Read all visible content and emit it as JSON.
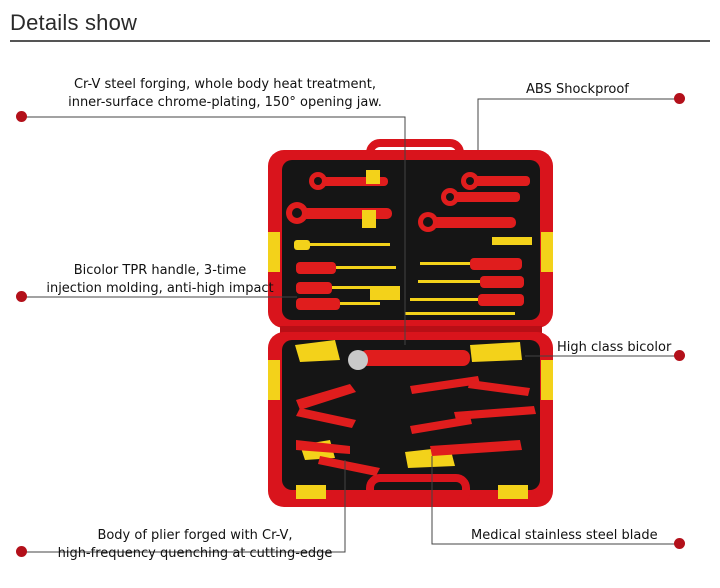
{
  "header": {
    "title": "Details show"
  },
  "callouts": {
    "forging": {
      "line1": "Cr-V steel forging, whole body heat treatment,",
      "line2": "inner-surface chrome-plating,  150° opening jaw."
    },
    "abs": {
      "text": "ABS Shockproof"
    },
    "handle": {
      "line1": "Bicolor TPR handle, 3-time",
      "line2": "injection molding, anti-high impact"
    },
    "bicolor": {
      "text": "High class bicolor"
    },
    "plier": {
      "line1": "Body of plier forged with Cr-V,",
      "line2": "high-frequency quenching at cutting-edge"
    },
    "blade": {
      "text": "Medical stainless steel blade"
    }
  },
  "colors": {
    "case_red": "#d9141c",
    "case_yellow": "#f3d21a",
    "foam": "#151515",
    "dot": "#b3101a"
  }
}
